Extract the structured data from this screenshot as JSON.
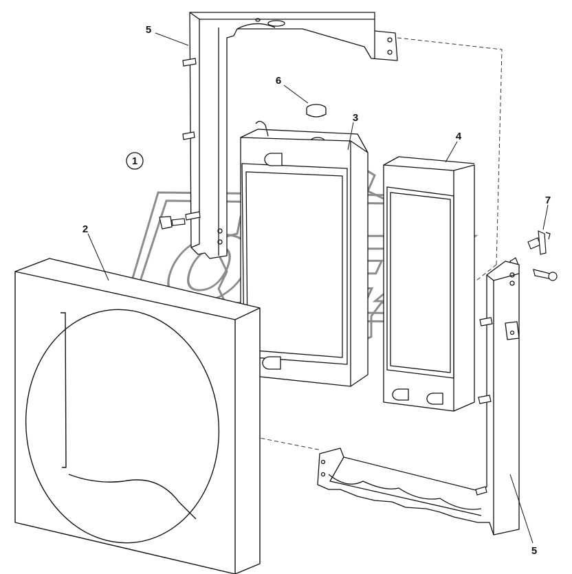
{
  "callouts": {
    "view": "1",
    "fan_shroud": "2",
    "radiator": "3",
    "oil_cooler": "4",
    "bracket_top": "5",
    "bracket_bottom": "5",
    "radiator_cap": "6",
    "drain_valve": "7"
  },
  "watermark": {
    "text": "OPEX"
  },
  "colors": {
    "line": "#111111",
    "watermark": "#9a9a9a",
    "background": "#ffffff"
  }
}
